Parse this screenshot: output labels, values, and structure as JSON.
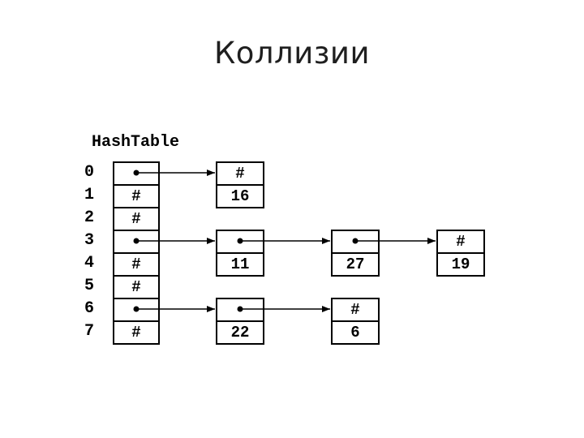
{
  "slide": {
    "title": "Коллизии"
  },
  "colors": {
    "background": "#ffffff",
    "ink": "#000000",
    "title": "#1f1f1f"
  },
  "diagram": {
    "label": "HashTable",
    "null_symbol": "#",
    "hash_table": {
      "rows": [
        {
          "index": "0",
          "kind": "pointer",
          "text": ""
        },
        {
          "index": "1",
          "kind": "null",
          "text": "#"
        },
        {
          "index": "2",
          "kind": "null",
          "text": "#"
        },
        {
          "index": "3",
          "kind": "pointer",
          "text": ""
        },
        {
          "index": "4",
          "kind": "null",
          "text": "#"
        },
        {
          "index": "5",
          "kind": "null",
          "text": "#"
        },
        {
          "index": "6",
          "kind": "pointer",
          "text": ""
        },
        {
          "index": "7",
          "kind": "null",
          "text": "#"
        }
      ]
    },
    "nodes": [
      {
        "id": "node-16",
        "bucket": "0",
        "next_text": "#",
        "value": "16"
      },
      {
        "id": "node-11",
        "bucket": "3",
        "next_text": "",
        "value": "11"
      },
      {
        "id": "node-27",
        "bucket": "3",
        "next_text": "",
        "value": "27"
      },
      {
        "id": "node-19",
        "bucket": "3",
        "next_text": "#",
        "value": "19"
      },
      {
        "id": "node-22",
        "bucket": "6",
        "next_text": "",
        "value": "22"
      },
      {
        "id": "node-6",
        "bucket": "6",
        "next_text": "#",
        "value": "6"
      }
    ],
    "chains": [
      {
        "bucket": "0",
        "values": [
          "16"
        ]
      },
      {
        "bucket": "3",
        "values": [
          "11",
          "27",
          "19"
        ]
      },
      {
        "bucket": "6",
        "values": [
          "22",
          "6"
        ]
      }
    ]
  }
}
